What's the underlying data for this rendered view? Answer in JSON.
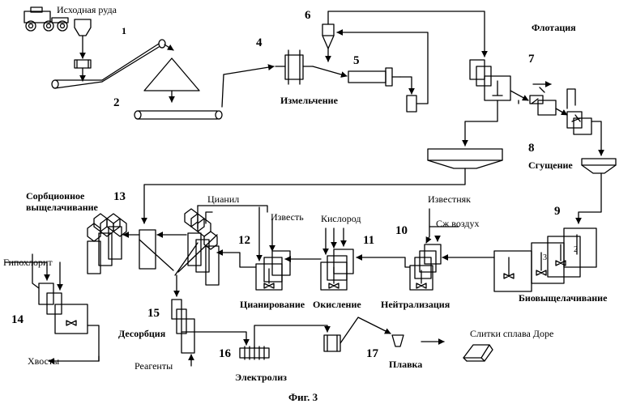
{
  "labels": {
    "ore": "Исходная руда",
    "milling": "Измельчение",
    "flotation": "Флотация",
    "thickening": "Сгущение",
    "bioleaching": "Биовыщелачивание",
    "neutralization": "Нейтрализация",
    "oxidation": "Окисление",
    "cyanidation": "Цианирование",
    "sorption_line1": "Сорбционное",
    "sorption_line2": "выщелачивание",
    "hypochlorite": "Гипохлорит",
    "tailings": "Хвосты",
    "desorption": "Десорбция",
    "reagents": "Реагенты",
    "electrolysis": "Электролиз",
    "smelting": "Плавка",
    "dore": "Слитки сплава Доре",
    "cyanide": "Цианил",
    "lime": "Известь",
    "oxygen": "Кислород",
    "limestone": "Известняк",
    "compressed_air": "Сж воздух",
    "tank_3": "3",
    "tank_2": "2"
  },
  "numbers": [
    "1",
    "2",
    "3",
    "4",
    "5",
    "6",
    "7",
    "8",
    "9",
    "10",
    "11",
    "12",
    "13",
    "14",
    "15",
    "16",
    "17"
  ],
  "caption": "Фиг. 3"
}
